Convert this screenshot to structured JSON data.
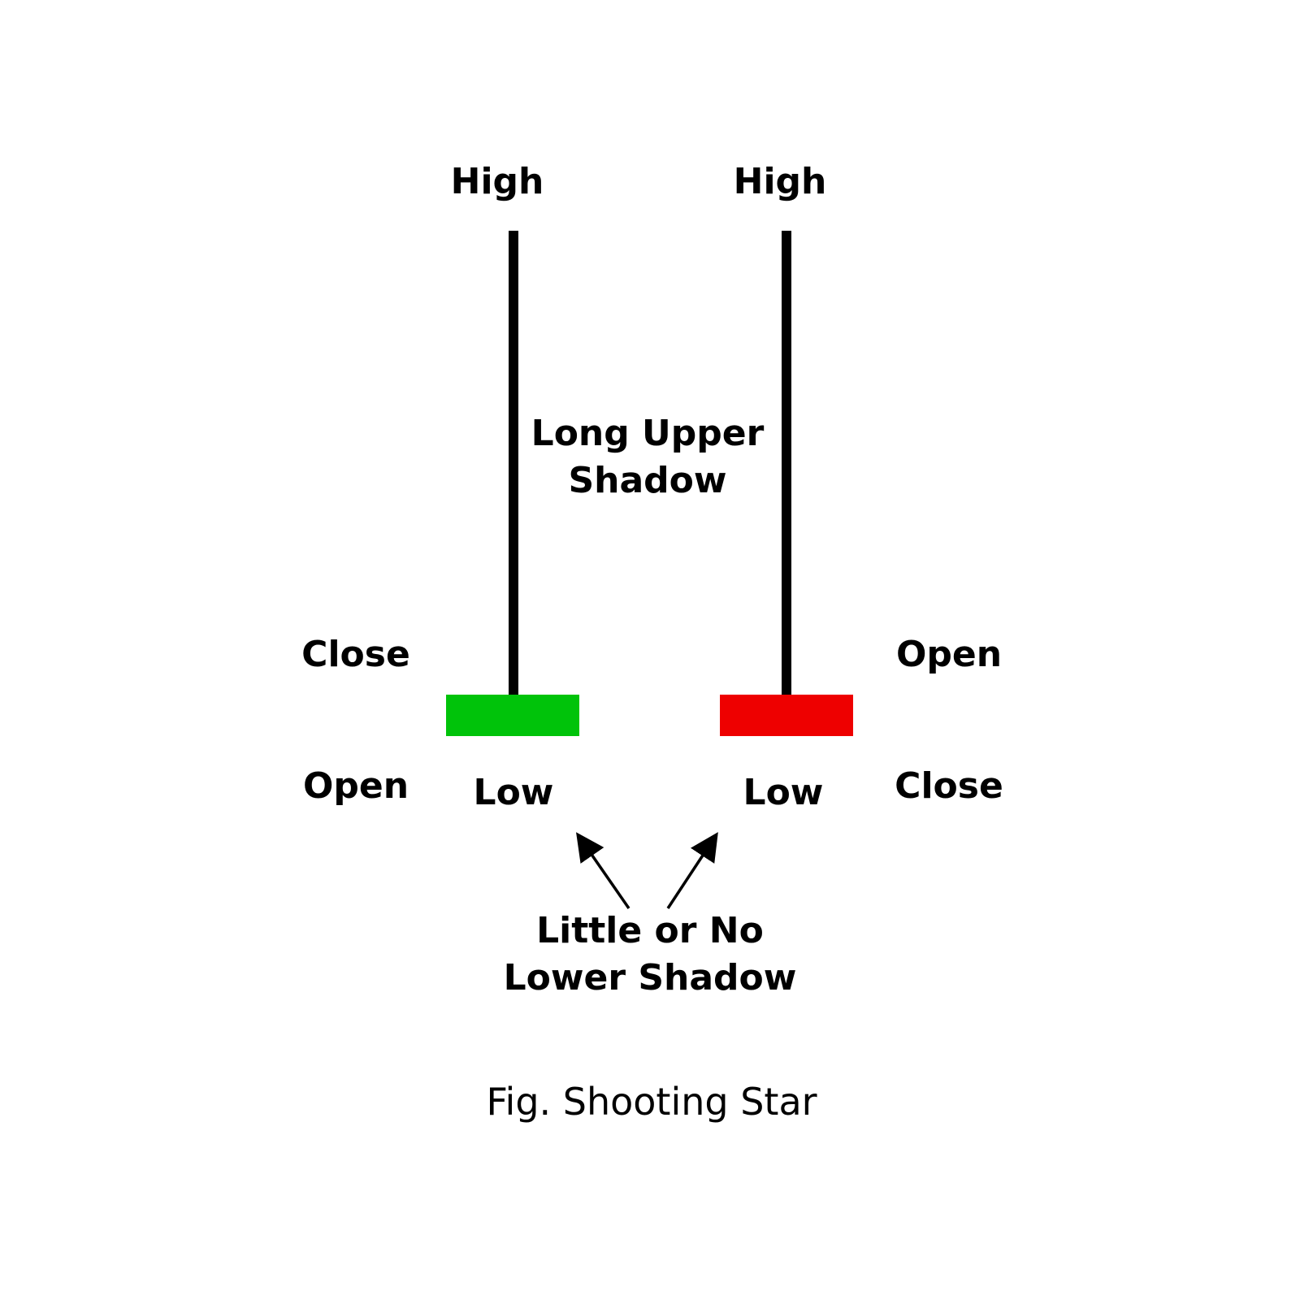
{
  "labels": {
    "left_high": "High",
    "right_high": "High",
    "upper_shadow_line1": "Long Upper",
    "upper_shadow_line2": "Shadow",
    "left_close": "Close",
    "left_open": "Open",
    "right_open": "Open",
    "right_close": "Close",
    "left_low": "Low",
    "right_low": "Low",
    "lower_shadow_line1": "Little or No",
    "lower_shadow_line2": "Lower Shadow"
  },
  "caption": "Fig. Shooting Star",
  "colors": {
    "bullish_body": "#00c30a",
    "bearish_body": "#ee0000",
    "wick": "#000000",
    "text": "#000000",
    "background": "#ffffff"
  }
}
